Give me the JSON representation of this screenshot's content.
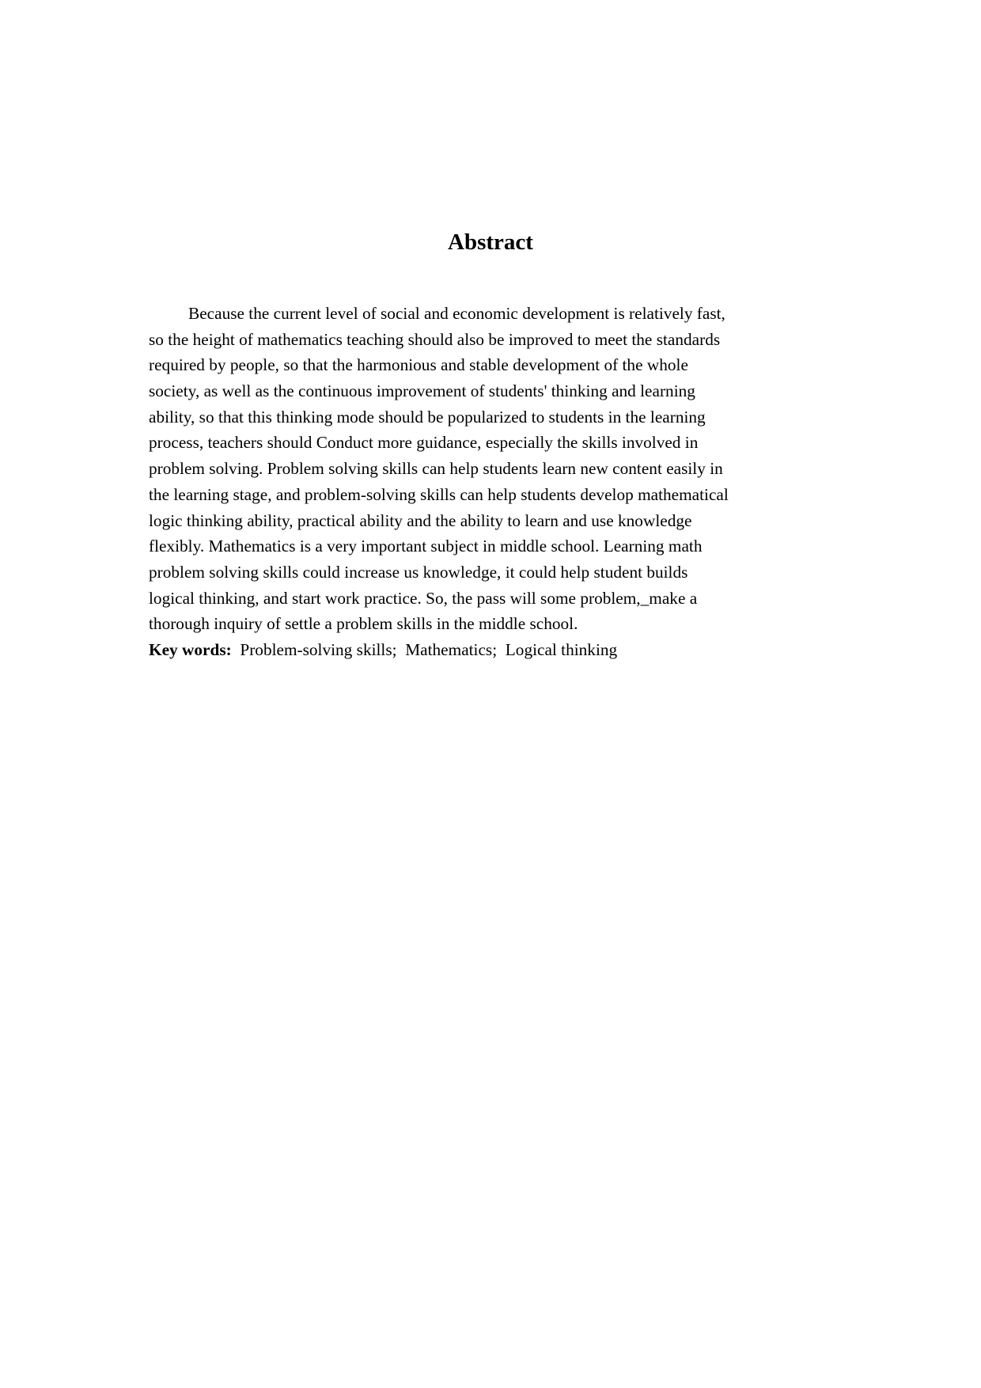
{
  "document": {
    "heading": "Abstract",
    "body_lines": [
      "Because the current level of social and economic development is relatively fast,",
      "so the height of mathematics teaching should also be improved to meet the standards",
      "required by people, so that the harmonious and stable development of the whole",
      "society, as well as the continuous improvement of students' thinking and learning",
      "ability, so that this thinking mode should be popularized to students in the learning",
      "process, teachers should Conduct more guidance, especially the skills involved in",
      "problem solving. Problem solving skills can help students learn new content easily in",
      "the learning stage, and problem-solving skills can help students develop mathematical",
      "logic thinking ability, practical ability and the ability to learn and use knowledge",
      "flexibly. Mathematics is a very important subject in middle school. Learning math",
      "problem solving skills could increase us knowledge, it could help student builds",
      "logical thinking, and start work practice. So, the pass will some problem,_make a",
      "thorough inquiry of settle a problem skills in the middle school."
    ],
    "keywords": {
      "label": "Key words:",
      "items": [
        "Problem-solving skills;",
        "Mathematics;",
        "Logical thinking"
      ]
    }
  }
}
